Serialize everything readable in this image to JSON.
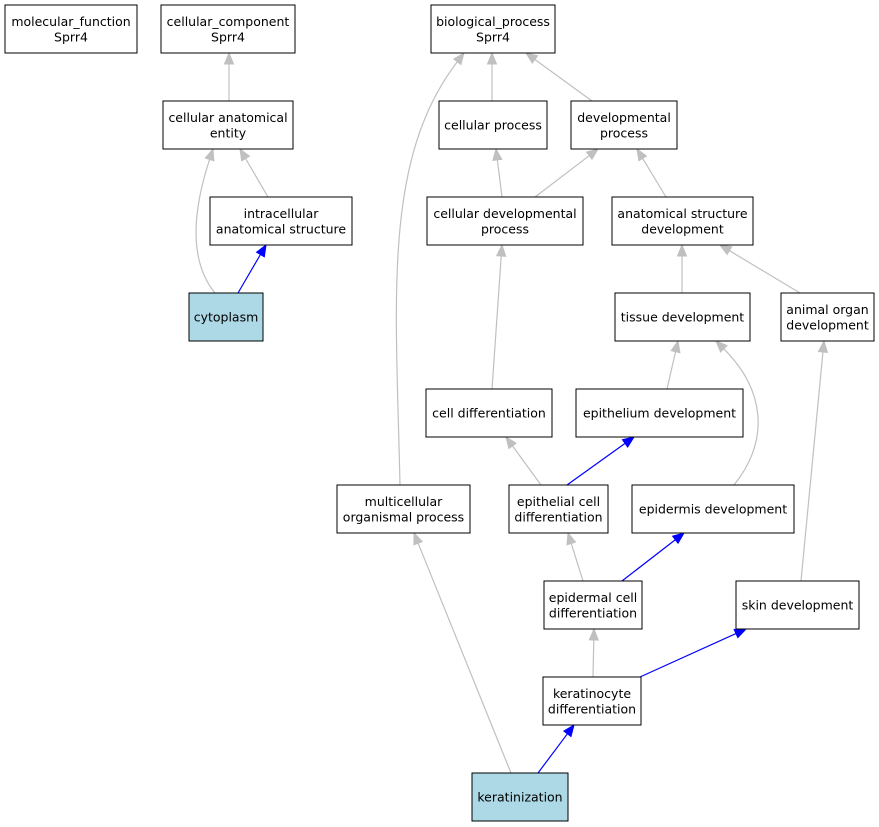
{
  "colors": {
    "default_fill": "#ffffff",
    "highlight_fill": "#add8e6",
    "is_a_edge": "#c0c0c0",
    "part_of_edge": "#0000ff",
    "border": "#000000"
  },
  "nodes": [
    {
      "id": "mf_root",
      "lines": [
        "molecular_function",
        "Sprr4"
      ],
      "highlight": false
    },
    {
      "id": "cc_root",
      "lines": [
        "cellular_component",
        "Sprr4"
      ],
      "highlight": false
    },
    {
      "id": "bp_root",
      "lines": [
        "biological_process",
        "Sprr4"
      ],
      "highlight": false
    },
    {
      "id": "cellular_anatomical_entity",
      "lines": [
        "cellular anatomical",
        "entity"
      ],
      "highlight": false
    },
    {
      "id": "cellular_process",
      "lines": [
        "cellular process"
      ],
      "highlight": false
    },
    {
      "id": "developmental_process",
      "lines": [
        "developmental",
        "process"
      ],
      "highlight": false
    },
    {
      "id": "intracellular_anatomical_structure",
      "lines": [
        "intracellular",
        "anatomical structure"
      ],
      "highlight": false
    },
    {
      "id": "cellular_developmental_process",
      "lines": [
        "cellular developmental",
        "process"
      ],
      "highlight": false
    },
    {
      "id": "anatomical_structure_development",
      "lines": [
        "anatomical structure",
        "development"
      ],
      "highlight": false
    },
    {
      "id": "cytoplasm",
      "lines": [
        "cytoplasm"
      ],
      "highlight": true
    },
    {
      "id": "tissue_development",
      "lines": [
        "tissue development"
      ],
      "highlight": false
    },
    {
      "id": "animal_organ_development",
      "lines": [
        "animal organ",
        "development"
      ],
      "highlight": false
    },
    {
      "id": "cell_differentiation",
      "lines": [
        "cell differentiation"
      ],
      "highlight": false
    },
    {
      "id": "epithelium_development",
      "lines": [
        "epithelium development"
      ],
      "highlight": false
    },
    {
      "id": "multicellular_organismal_process",
      "lines": [
        "multicellular",
        "organismal process"
      ],
      "highlight": false
    },
    {
      "id": "epithelial_cell_differentiation",
      "lines": [
        "epithelial cell",
        "differentiation"
      ],
      "highlight": false
    },
    {
      "id": "epidermis_development",
      "lines": [
        "epidermis development"
      ],
      "highlight": false
    },
    {
      "id": "epidermal_cell_differentiation",
      "lines": [
        "epidermal cell",
        "differentiation"
      ],
      "highlight": false
    },
    {
      "id": "skin_development",
      "lines": [
        "skin development"
      ],
      "highlight": false
    },
    {
      "id": "keratinocyte_differentiation",
      "lines": [
        "keratinocyte",
        "differentiation"
      ],
      "highlight": false
    },
    {
      "id": "keratinization",
      "lines": [
        "keratinization"
      ],
      "highlight": true
    }
  ],
  "edges": [
    {
      "from": "cellular_anatomical_entity",
      "to": "cc_root",
      "type": "is_a"
    },
    {
      "from": "intracellular_anatomical_structure",
      "to": "cellular_anatomical_entity",
      "type": "is_a"
    },
    {
      "from": "cytoplasm",
      "to": "cellular_anatomical_entity",
      "type": "is_a"
    },
    {
      "from": "cytoplasm",
      "to": "intracellular_anatomical_structure",
      "type": "part_of"
    },
    {
      "from": "cellular_process",
      "to": "bp_root",
      "type": "is_a"
    },
    {
      "from": "developmental_process",
      "to": "bp_root",
      "type": "is_a"
    },
    {
      "from": "multicellular_organismal_process",
      "to": "bp_root",
      "type": "is_a"
    },
    {
      "from": "cellular_developmental_process",
      "to": "cellular_process",
      "type": "is_a"
    },
    {
      "from": "cellular_developmental_process",
      "to": "developmental_process",
      "type": "is_a"
    },
    {
      "from": "anatomical_structure_development",
      "to": "developmental_process",
      "type": "is_a"
    },
    {
      "from": "tissue_development",
      "to": "anatomical_structure_development",
      "type": "is_a"
    },
    {
      "from": "animal_organ_development",
      "to": "anatomical_structure_development",
      "type": "is_a"
    },
    {
      "from": "cell_differentiation",
      "to": "cellular_developmental_process",
      "type": "is_a"
    },
    {
      "from": "epithelium_development",
      "to": "tissue_development",
      "type": "is_a"
    },
    {
      "from": "epidermis_development",
      "to": "tissue_development",
      "type": "is_a"
    },
    {
      "from": "epithelial_cell_differentiation",
      "to": "cell_differentiation",
      "type": "is_a"
    },
    {
      "from": "epithelial_cell_differentiation",
      "to": "epithelium_development",
      "type": "part_of"
    },
    {
      "from": "epidermal_cell_differentiation",
      "to": "epithelial_cell_differentiation",
      "type": "is_a"
    },
    {
      "from": "epidermal_cell_differentiation",
      "to": "epidermis_development",
      "type": "part_of"
    },
    {
      "from": "skin_development",
      "to": "animal_organ_development",
      "type": "is_a"
    },
    {
      "from": "keratinocyte_differentiation",
      "to": "epidermal_cell_differentiation",
      "type": "is_a"
    },
    {
      "from": "keratinocyte_differentiation",
      "to": "skin_development",
      "type": "part_of"
    },
    {
      "from": "keratinization",
      "to": "multicellular_organismal_process",
      "type": "is_a"
    },
    {
      "from": "keratinization",
      "to": "keratinocyte_differentiation",
      "type": "part_of"
    }
  ]
}
